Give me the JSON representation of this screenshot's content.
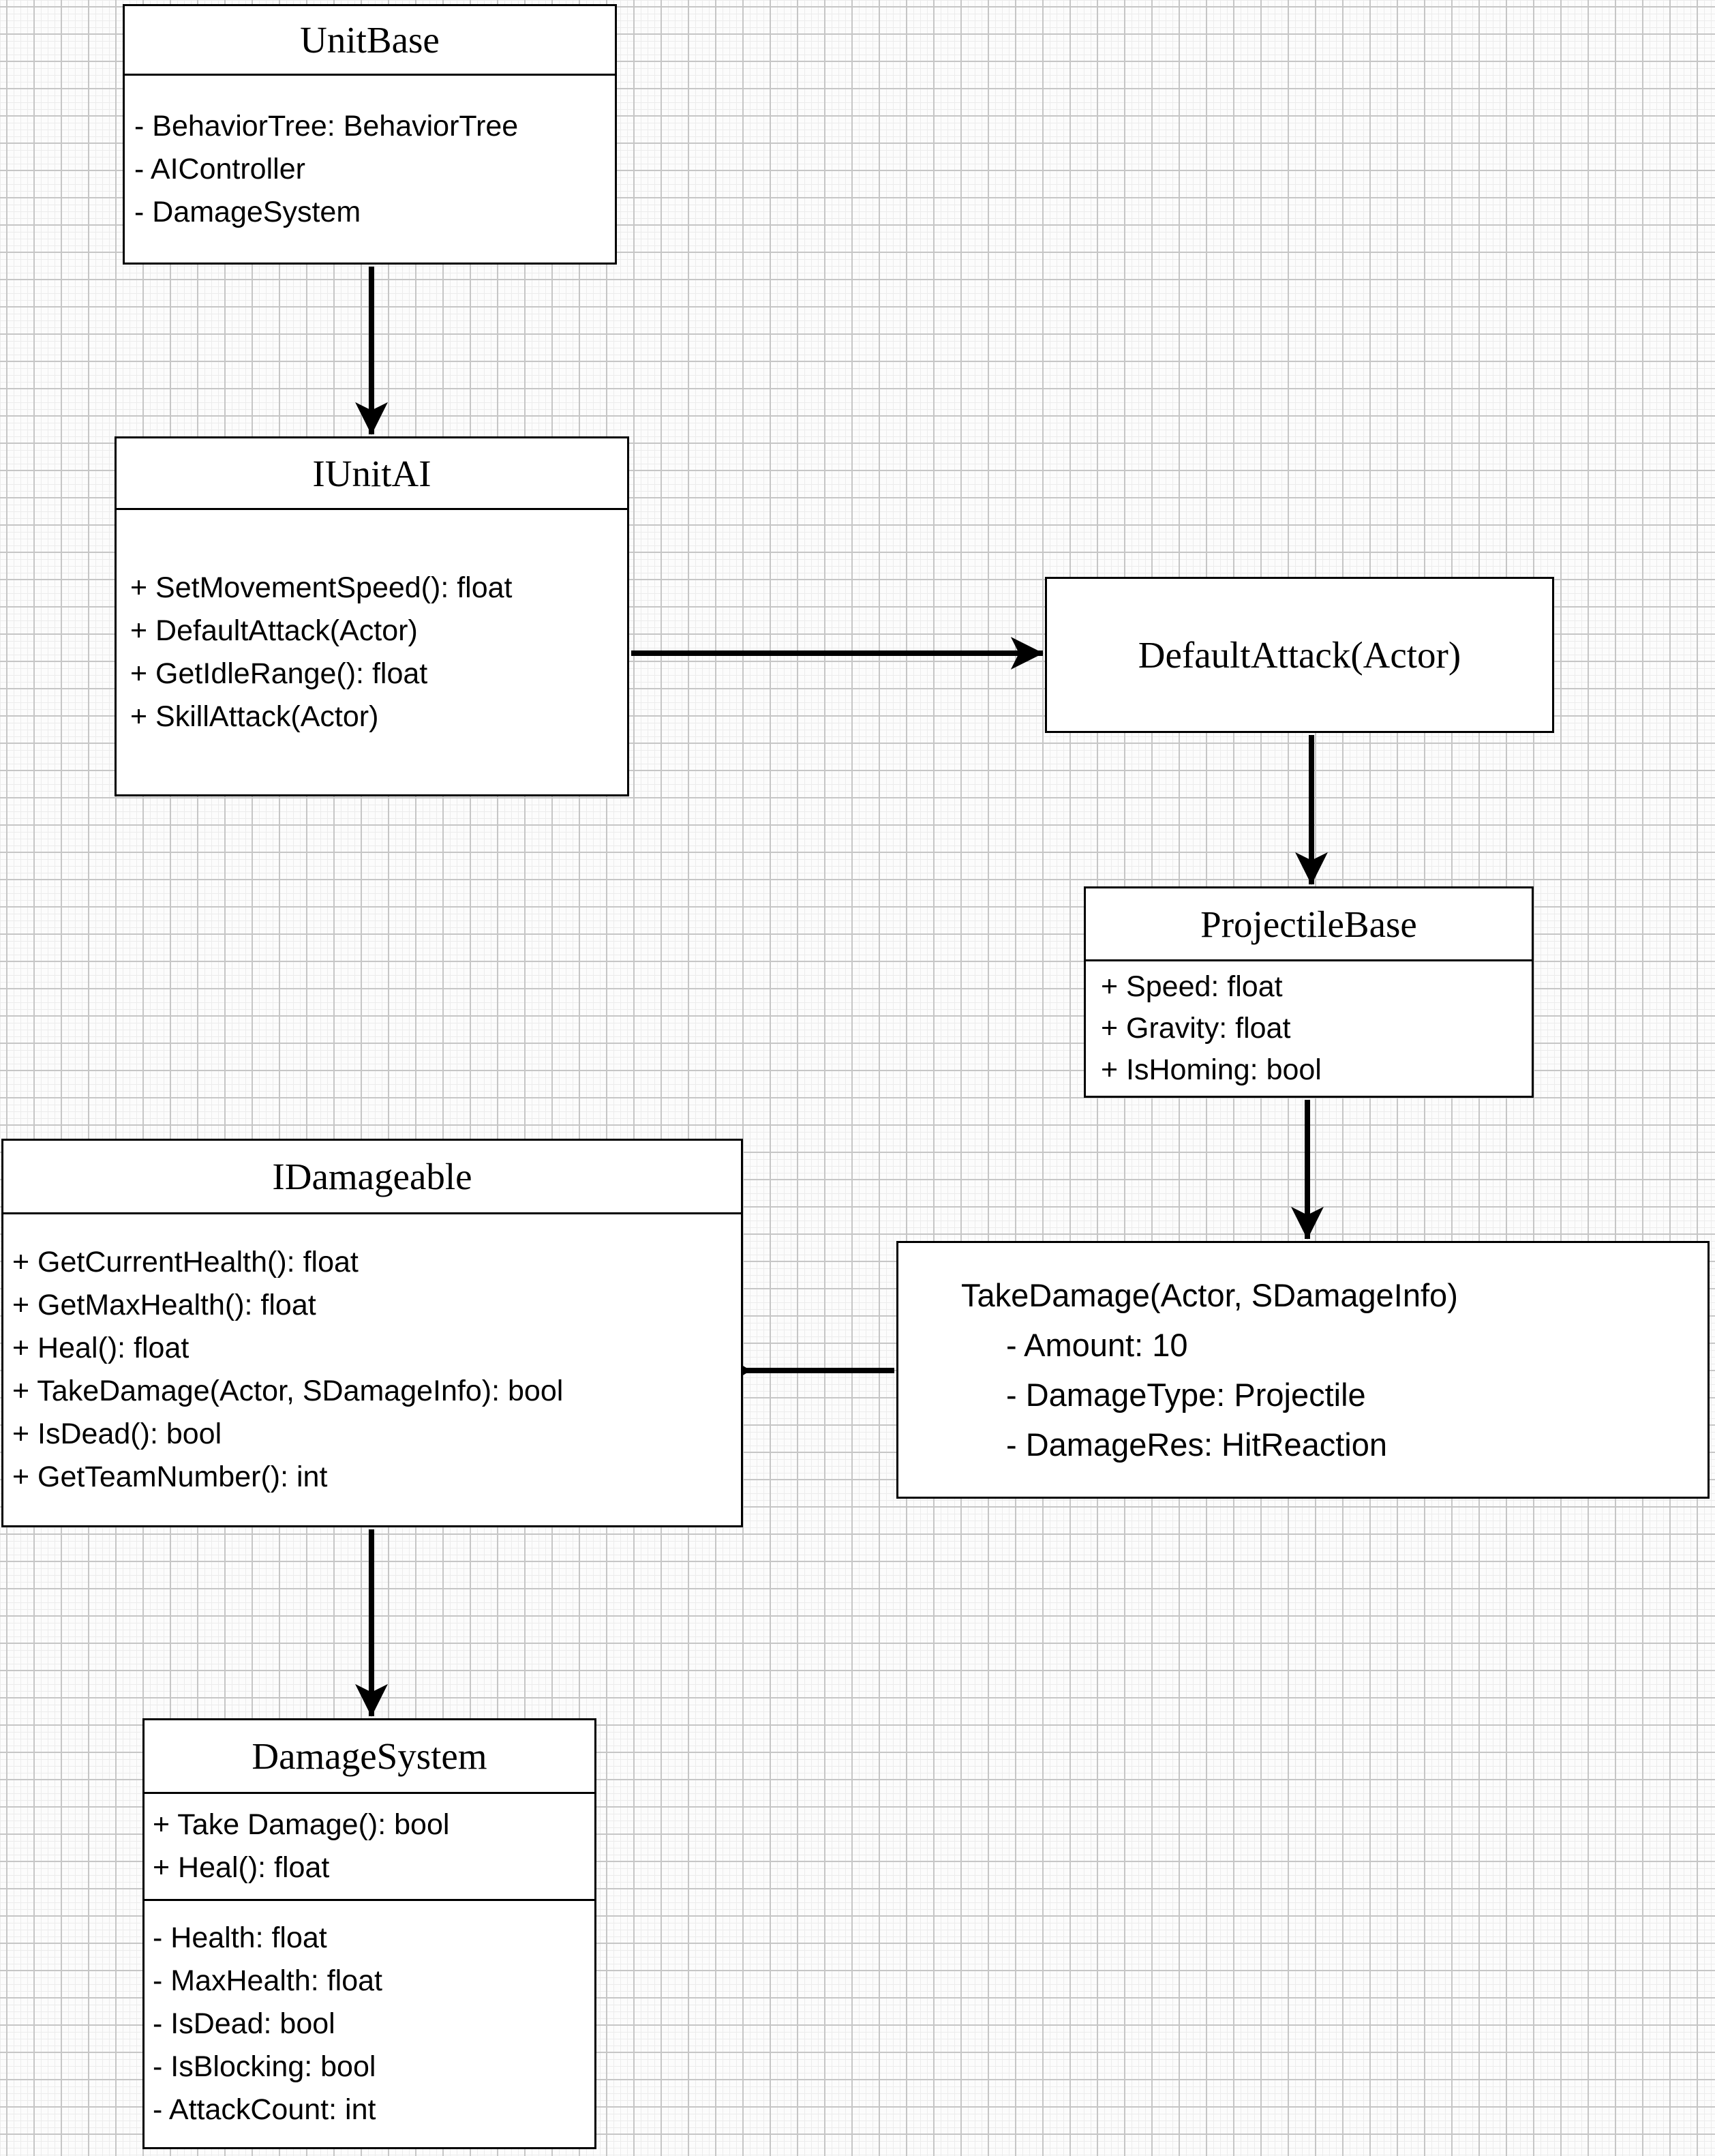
{
  "diagram": {
    "type": "uml-class-diagram",
    "colors": {
      "line": "#000000",
      "paper": "#ffffff",
      "grid_minor": "#ececec",
      "grid_major": "#c6c6c6"
    },
    "classes": {
      "unitbase": {
        "title": "UnitBase",
        "members": [
          "- BehaviorTree: BehaviorTree",
          "- AIController",
          "- DamageSystem"
        ]
      },
      "iunitai": {
        "title": "IUnitAI",
        "members": [
          "+ SetMovementSpeed(): float",
          "+ DefaultAttack(Actor)",
          "+ GetIdleRange(): float",
          "+ SkillAttack(Actor)"
        ]
      },
      "defaultattack": {
        "title": "DefaultAttack(Actor)"
      },
      "projectilebase": {
        "title": "ProjectileBase",
        "members": [
          "+ Speed: float",
          "+ Gravity: float",
          "+ IsHoming: bool"
        ]
      },
      "idamageable": {
        "title": "IDamageable",
        "members": [
          "+ GetCurrentHealth(): float",
          "+ GetMaxHealth(): float",
          "+ Heal(): float",
          "+ TakeDamage(Actor, SDamageInfo): bool",
          "+ IsDead(): bool",
          "+ GetTeamNumber(): int"
        ]
      },
      "takedamage": {
        "call": "TakeDamage(Actor, SDamageInfo)",
        "details": [
          "- Amount: 10",
          "- DamageType: Projectile",
          "- DamageRes: HitReaction"
        ]
      },
      "damagesystem": {
        "title": "DamageSystem",
        "methods": [
          "+ Take Damage(): bool",
          "+ Heal(): float"
        ],
        "attributes": [
          "- Health: float",
          "- MaxHealth: float",
          "- IsDead: bool",
          "- IsBlocking: bool",
          "- AttackCount: int"
        ]
      }
    },
    "connectors": [
      {
        "from": "UnitBase",
        "to": "IUnitAI",
        "style": "filled-arrow"
      },
      {
        "from": "IUnitAI",
        "to": "DefaultAttack(Actor)",
        "style": "filled-arrow"
      },
      {
        "from": "DefaultAttack(Actor)",
        "to": "ProjectileBase",
        "style": "filled-arrow"
      },
      {
        "from": "ProjectileBase",
        "to": "TakeDamage(Actor, SDamageInfo)",
        "style": "filled-arrow"
      },
      {
        "from": "TakeDamage(Actor, SDamageInfo)",
        "to": "IDamageable",
        "style": "open-arrow"
      },
      {
        "from": "IDamageable",
        "to": "DamageSystem",
        "style": "filled-arrow"
      }
    ]
  }
}
